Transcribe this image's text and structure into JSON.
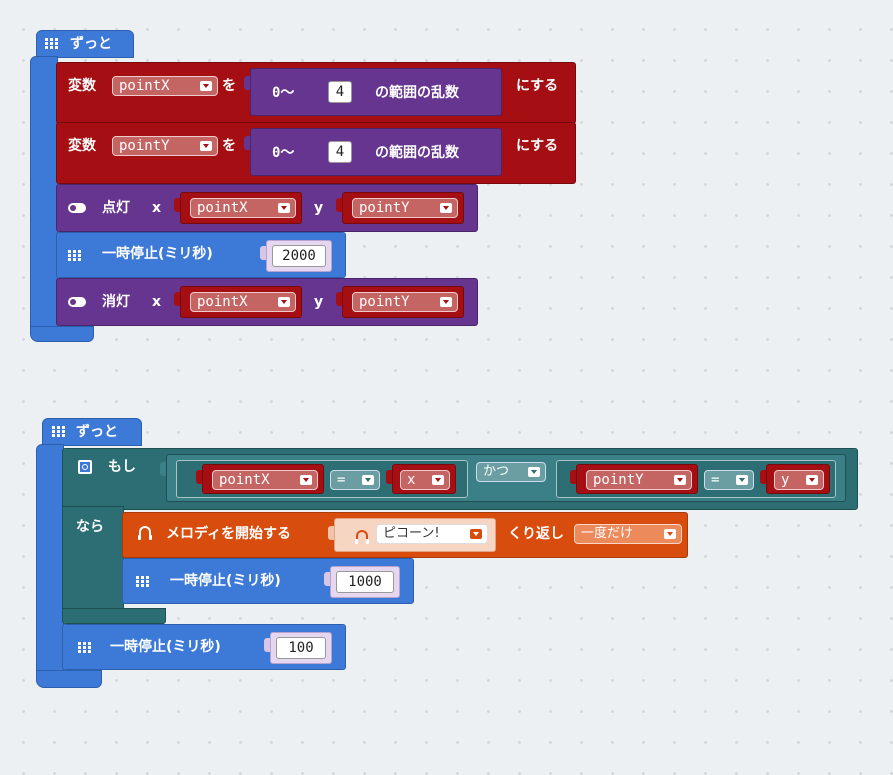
{
  "program": {
    "forever1": {
      "label": "ずっと",
      "set_x": {
        "var_label": "変数",
        "variable": "pointX",
        "to_label": "を",
        "range_prefix": "0〜",
        "max": "4",
        "random_label": "の範囲の乱数",
        "suffix": "にする"
      },
      "set_y": {
        "var_label": "変数",
        "variable": "pointY",
        "to_label": "を",
        "range_prefix": "0〜",
        "max": "4",
        "random_label": "の範囲の乱数",
        "suffix": "にする"
      },
      "plot": {
        "label": "点灯",
        "x_label": "x",
        "x_var": "pointX",
        "y_label": "y",
        "y_var": "pointY"
      },
      "pause": {
        "label": "一時停止(ミリ秒)",
        "value": "2000"
      },
      "unplot": {
        "label": "消灯",
        "x_label": "x",
        "x_var": "pointX",
        "y_label": "y",
        "y_var": "pointY"
      }
    },
    "forever2": {
      "label": "ずっと",
      "if": {
        "label": "もし",
        "then_label": "なら",
        "cond1": {
          "left": "pointX",
          "op": "=",
          "right": "x"
        },
        "and_label": "かつ",
        "cond2": {
          "left": "pointY",
          "op": "=",
          "right": "y"
        },
        "melody": {
          "label": "メロディを開始する",
          "tune": "ピコーン!",
          "repeat_label": "くり返し",
          "repeat_value": "一度だけ"
        },
        "pause": {
          "label": "一時停止(ミリ秒)",
          "value": "1000"
        }
      },
      "pause": {
        "label": "一時停止(ミリ秒)",
        "value": "100"
      }
    }
  },
  "colors": {
    "basic": "#3d7ad8",
    "variables": "#a50f13",
    "math": "#65358f",
    "led": "#65358f",
    "logic": "#2c6e73",
    "music": "#d84c0d",
    "workspace": "#edf0f3"
  },
  "icons": {
    "basic": "grid-icon",
    "led": "toggle-icon",
    "music": "headphones-icon",
    "logic": "gear-icon"
  }
}
